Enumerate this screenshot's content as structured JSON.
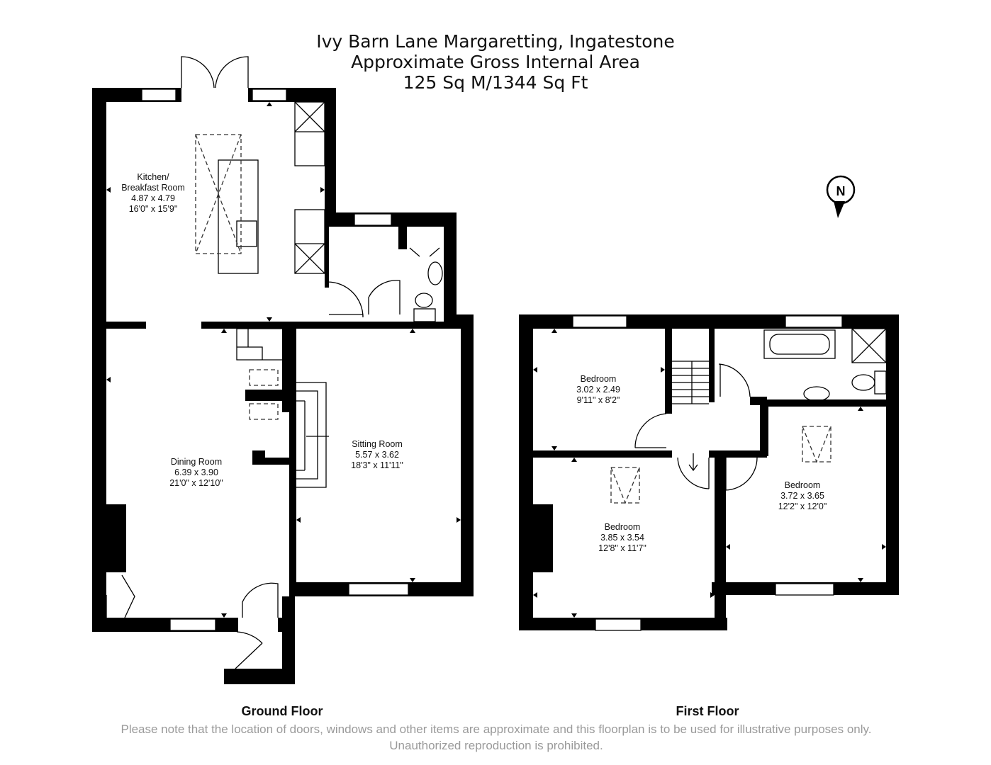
{
  "header": {
    "line1": "Ivy Barn Lane Margaretting, Ingatestone",
    "line2": "Approximate Gross Internal Area",
    "line3": "125 Sq M/1344 Sq Ft"
  },
  "compass": {
    "letter": "N"
  },
  "floors": {
    "ground": {
      "label": "Ground Floor"
    },
    "first": {
      "label": "First Floor"
    }
  },
  "rooms": {
    "kitchen": {
      "name1": "Kitchen/",
      "name2": "Breakfast Room",
      "metric": "4.87 x 4.79",
      "imperial": "16'0\" x 15'9\""
    },
    "dining": {
      "name": "Dining Room",
      "metric": "6.39 x 3.90",
      "imperial": "21'0\" x 12'10\""
    },
    "sitting": {
      "name": "Sitting Room",
      "metric": "5.57 x 3.62",
      "imperial": "18'3\" x 11'11\""
    },
    "bed1": {
      "name": "Bedroom",
      "metric": "3.02 x 2.49",
      "imperial": "9'11\" x 8'2\""
    },
    "bed2": {
      "name": "Bedroom",
      "metric": "3.85 x 3.54",
      "imperial": "12'8\" x 11'7\""
    },
    "bed3": {
      "name": "Bedroom",
      "metric": "3.72 x 3.65",
      "imperial": "12'2\" x 12'0\""
    }
  },
  "disclaimer": "Please note that the location of doors, windows and other items are approximate and this floorplan is to be used for illustrative purposes only. Unauthorized reproduction is prohibited."
}
